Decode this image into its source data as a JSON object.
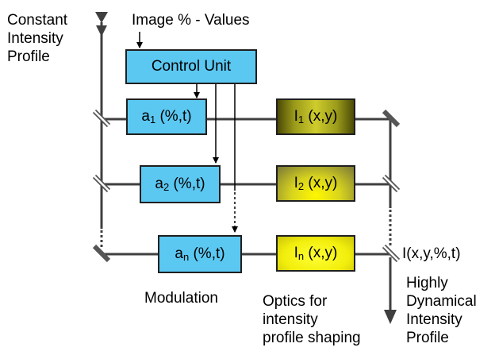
{
  "labels": {
    "input_profile": [
      "Constant",
      "Intensity",
      "Profile"
    ],
    "image_values": "Image % - Values",
    "control_unit": "Control Unit",
    "modulation": "Modulation",
    "optics_caption": [
      "Optics for",
      "intensity",
      "profile shaping"
    ],
    "output_formula": "I(x,y,%,t)",
    "output_profile": [
      "Highly",
      "Dynamical",
      "Intensity",
      "Profile"
    ]
  },
  "modulators": [
    {
      "base": "a",
      "sub": "1",
      "rest": " (%,t)"
    },
    {
      "base": "a",
      "sub": "2",
      "rest": " (%,t)"
    },
    {
      "base": "a",
      "sub": "n",
      "rest": " (%,t)"
    }
  ],
  "optics": [
    {
      "base": "I",
      "sub": "1",
      "rest": " (x,y)",
      "fill": "dark olive"
    },
    {
      "base": "I",
      "sub": "2",
      "rest": " (x,y)",
      "fill": "olive-yellow"
    },
    {
      "base": "I",
      "sub": "n",
      "rest": " (x,y)",
      "fill": "yellow"
    }
  ],
  "colors": {
    "modulator_fill": "#5bc8f2",
    "optic_yellow": "#f2ee0c",
    "optic_dark": "#4b4a06",
    "line": "#3f3f3f"
  }
}
